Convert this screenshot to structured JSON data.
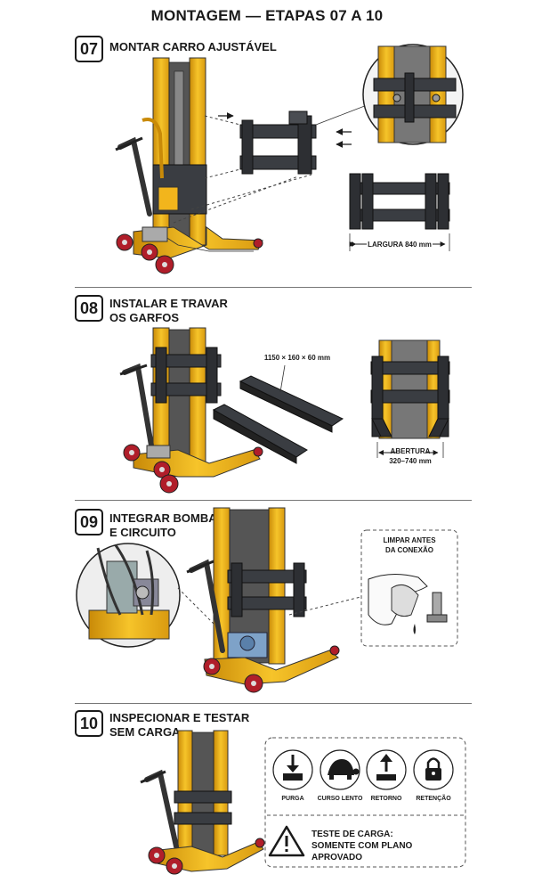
{
  "title": "MONTAGEM — ETAPAS 07 A 10",
  "steps": [
    {
      "number": "07",
      "title": "MONTAR CARRO AJUSTÁVEL",
      "labels": {
        "width": "LARGURA 840 mm"
      }
    },
    {
      "number": "08",
      "title_line1": "INSTALAR E TRAVAR",
      "title_line2": "OS GARFOS",
      "labels": {
        "fork_size": "1150 × 160 × 60 mm",
        "opening_line1": "ABERTURA",
        "opening_line2": "320–740 mm"
      }
    },
    {
      "number": "09",
      "title_line1": "INTEGRAR BOMBA",
      "title_line2": "E CIRCUITO",
      "labels": {
        "clean_line1": "LIMPAR ANTES",
        "clean_line2": "DA CONEXÃO"
      }
    },
    {
      "number": "10",
      "title_line1": "INSPECIONAR E TESTAR",
      "title_line2": "SEM CARGA",
      "icons": [
        {
          "name": "download-icon",
          "label": "PURGA"
        },
        {
          "name": "turtle-icon",
          "label": "CURSO LENTO"
        },
        {
          "name": "upload-icon",
          "label": "RETORNO"
        },
        {
          "name": "lock-icon",
          "label": "RETENÇÃO"
        }
      ],
      "warning_line1": "TESTE DE CARGA:",
      "warning_line2": "SOMENTE COM PLANO APROVADO"
    }
  ],
  "colors": {
    "frame": "#f2b51c",
    "frame_dark": "#c98a08",
    "steel": "#3a3d42",
    "wheel": "#b01e2a"
  }
}
